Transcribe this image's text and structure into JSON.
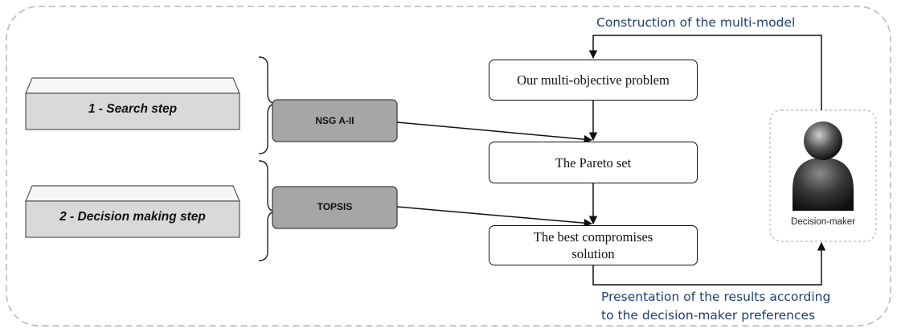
{
  "labels": {
    "top_feedback": "Construction of the multi-model",
    "bottom_feedback_line1": "Presentation of the results according",
    "bottom_feedback_line2": "to the decision-maker preferences"
  },
  "steps": [
    {
      "label": "1 - Search step"
    },
    {
      "label": "2 - Decision making step"
    }
  ],
  "algorithms": [
    {
      "label": "NSG A-II"
    },
    {
      "label": "TOPSIS"
    }
  ],
  "process": {
    "problem": "Our multi-objective problem",
    "pareto": "The Pareto set",
    "solution": "The best compromises solution"
  },
  "decision_maker": {
    "label": "Decision-maker",
    "icon": "person-icon"
  }
}
